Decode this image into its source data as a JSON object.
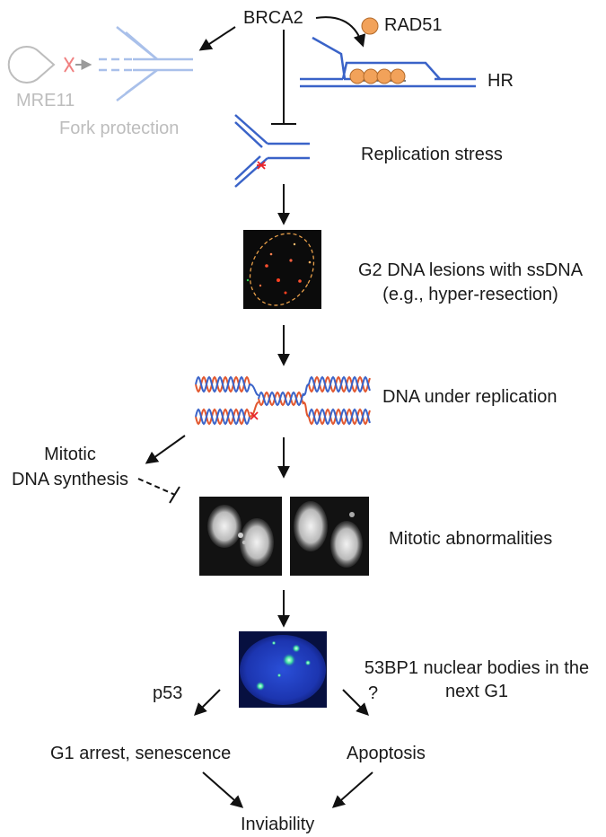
{
  "nodes": {
    "brca2": "BRCA2",
    "rad51": "RAD51",
    "hr": "HR",
    "mre11": "MRE11",
    "fork_protection": "Fork protection",
    "replication_stress": "Replication stress",
    "g2_lesions_line1": "G2 DNA lesions with ssDNA",
    "g2_lesions_line2": "(e.g., hyper-resection)",
    "dna_under_replication": "DNA under replication",
    "mitotic_synthesis_line1": "Mitotic",
    "mitotic_synthesis_line2": "DNA synthesis",
    "mitotic_abnormalities": "Mitotic abnormalities",
    "nuclear_bodies_line1": "53BP1 nuclear bodies in the",
    "nuclear_bodies_line2": "next G1",
    "p53": "p53",
    "question": "?",
    "g1_arrest": "G1 arrest, senescence",
    "apoptosis": "Apoptosis",
    "inviability": "Inviability"
  },
  "colors": {
    "dna_strand": "#3a63c8",
    "dna_faded": "#a9c0ea",
    "rad51": "#f2a25a",
    "helix_red": "#e2572e",
    "helix_blue": "#3a63c8",
    "damage_mark": "#e8242c",
    "grey_text": "#bdbdbd",
    "arrow": "#111111"
  },
  "icons": [
    "mre11-pacman-icon",
    "blocked-x-icon",
    "rad51-bead-icon",
    "damage-star-icon"
  ]
}
